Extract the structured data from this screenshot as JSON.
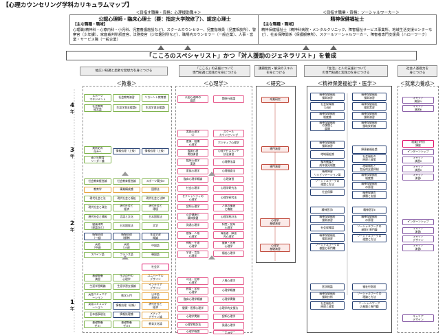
{
  "title": "【心理カウンセリング学科カリキュラムマップ】",
  "goal_left": {
    "caption": "＜目指す職業・資格：心理援助職＊＞",
    "heading": "公認心理師・臨床心理士（要：指定大学院修了）、認定心理士",
    "sub": "【主な職種・職域】",
    "body": "心理職(精神科・心療内科・小児科、児童養護施設など)、スクールカウンセラー、児童指導員（児童相談所）、警察官（少年課）、家庭裁判所調査官、法務技官（少年鑑別所など）、職場内カウンセラー（一般企業）、人事・営業・サービス職（一般企業）"
  },
  "goal_right": {
    "caption": "＜目指す職業・資格：ソーシャルワーカー＞",
    "heading": "精神保健福祉士",
    "sub": "【主な職種・職域】",
    "body": "精神保健福祉士（精神科病院・メンタルクリニック、障害福祉サービス事業所、地域生活支援センターなど）、社会保障関係（保護観察所）、スクールソーシャルワーカー、障害者専門支援員（ハローワーク）"
  },
  "banner": "「こころのスペシャリスト」かつ「対人援助のジェネラリスト」を養成",
  "chevrons": [
    "幅広い知識と柔軟な発想力を身につける",
    "「こころ」の支援について\n専門知識と実践力を身につける",
    "課題発見・解決のスキル\nを身につける",
    "「生活」と人の支援について\nの専門知識と実践力を身につける",
    "社会人基礎力を\n身につける"
  ],
  "columns": {
    "kyoyo": "＜教養＞",
    "shinri": "＜心理学＞",
    "kenkyu": "＜研究＞",
    "seishin": "＜精神保健福祉学・医学＞",
    "shushoku": "＜就業力養成＞"
  },
  "grades": [
    {
      "n": "4",
      "s": "年"
    },
    {
      "n": "3",
      "s": "年"
    },
    {
      "n": "2",
      "s": "年"
    },
    {
      "n": "1",
      "s": "年"
    }
  ],
  "courses": {
    "kyoyo": [
      "スポーツ\nマネジメント",
      "社会教育演習",
      "リカレント教育論",
      "社会教育\n経営論",
      "生涯学習支援論Ⅱ",
      "生涯学習支援論Ⅰ",
      "美術史の\n深みへ",
      "情報処理（上級）",
      "情報処理（上級）",
      "青少年教育\nリーダー論",
      "社会教育経営論",
      "社会教育経営論",
      "スポーツ実技Ⅳ",
      "教育学",
      "事業構成論",
      "国際法",
      "現代社会と法",
      "現代社会と福祉",
      "現代社会と法律",
      "現代社会と政治",
      "現代社会と\n経済",
      "現代社会と\n環境",
      "現代社会と情報",
      "言語と文化",
      "日本国憲法",
      "健康体育\n（理論含む）",
      "日本国憲法",
      "文学",
      "情報処理\n（一般）",
      "情報処理\n（標準）",
      "生涯学習\n概論",
      "英語\n（中級）",
      "英語\n（上級）",
      "中国語",
      "スペイン語",
      "フランス語",
      "韓国語",
      "社会学",
      "基礎教養\n演習",
      "生活の中の\n心理学",
      "ユニバーサル\nデザイン",
      "生涯学習概論",
      "生涯学習支援論",
      "インテリア\nデザイン",
      "英語コミュニケ\nーション",
      "数学入門",
      "日本語\n表現法",
      "英語コミュニケ\nーション",
      "情報処理（初級）",
      "現代社会と\n経済",
      "日本語表現法",
      "情報処理論",
      "メディア\nデザイン論",
      "基礎教養\nゼミⅠ",
      "基礎教養\nゼミⅡ",
      "教育文化論"
    ],
    "shinri": [
      "公認心理師の\n職責",
      "関係行政論",
      "実践心理学\n（Ⅰ）",
      "スクール\nカウンセリング",
      "産業・組織\n心理学",
      "ポジティブ心理学",
      "臨床心理\n実践演習",
      "心理アセスメント\n技法演習",
      "臨床心理学\n実習",
      "心理療法論",
      "家族心理学",
      "心理検査法",
      "臨床心理学概論",
      "心理演習",
      "社会心理学",
      "心理学研究法",
      "セクシャリティの\n心理学",
      "心理学研究法",
      "認知心理学",
      "人体の構造\nと機能",
      "心の健康と\n精神保健",
      "心理学統計法",
      "発達心理学",
      "知覚・認知\n心理学",
      "感情・人格\n心理学",
      "障害者・障害\n児心理学",
      "神経・生理\n心理学",
      "健康・医療\n心理学",
      "学習・言語\n心理学",
      "福祉心理学",
      "司法・犯罪\n心理学",
      "人格心理学",
      "教育・学校\n心理学",
      "心理学概論",
      "臨床心理学概論",
      "心理学実験",
      "健康・医療心理学",
      "心理学的支援法",
      "心理学実験",
      "認知心理学",
      "心理学統計法",
      "発達心理学",
      "心理学概論",
      "社会・集団\n心理学",
      "心理学研究法",
      "家族心理学"
    ],
    "kenkyu": [
      "卒業研究",
      "専門演習",
      "専門演習",
      "心理学\n基礎演習",
      "心理学\n基礎演習"
    ],
    "seishin": [
      "精神保健福祉\n援助演習",
      "精神保健福祉\n援助演習",
      "社会保障論\n（上級）",
      "精神保健福祉\n援助実習",
      "精神保健福祉\n制度論",
      "精神保健福祉\n援助演習",
      "精神保健福祉\nの課題と\n展開",
      "精神保健福祉\n援助技術論",
      "精神保健福祉\n援助演習",
      "障害者福祉論",
      "地域福祉論",
      "社会福祉の\n原理と政策",
      "権利擁護と\n成年後見制度",
      "地域福祉と\n包括的支援体制",
      "精神障害\nリハビリテーション論",
      "精神保健福祉\n制度論",
      "ソーシャルワークの\n理論と方法",
      "精神保健福祉\nの原理",
      "社会保障",
      "精神保健の\n課題と支援",
      "精神医学Ⅰ",
      "精神医学Ⅱ",
      "精神保健福祉\n援助演習",
      "精神保健福祉\nの原理",
      "社会保障論",
      "ソーシャルワークの\n基盤と専門職",
      "精神保健福祉\n援助演習",
      "ソーシャルワークの\n理論と方法",
      "ソーシャルワークの\n基盤と専門職",
      "医学概論",
      "福祉行財政",
      "精神保健福祉\n援助技術",
      "ソーシャルワークの\n理論と方法",
      "社会福祉の\n原理と政策",
      "ソーシャルワーク\nの基盤と専門職"
    ],
    "shushoku": [
      "キャリア\n演習Ⅳ",
      "キャリア\n演習Ⅲ",
      "就業力特別\n講座",
      "インターンシップ",
      "キャリア\n演習Ⅱ",
      "キャリア\n演習Ⅱ",
      "キャリア\n演習Ⅰ",
      "インターンシップ",
      "キャリア\n演習Ⅰ",
      "キャリア\nデザイン",
      "キャリア\n演習Ⅰ",
      "キャリア\nデザイン"
    ]
  },
  "colors": {
    "green": "#7db24a",
    "orange": "#e6a33a",
    "pink": "#e65a8c",
    "navy": "#1f3a6e",
    "purple": "#8a5fa8",
    "red": "#c0483a",
    "yellow": "#d4c21d"
  }
}
